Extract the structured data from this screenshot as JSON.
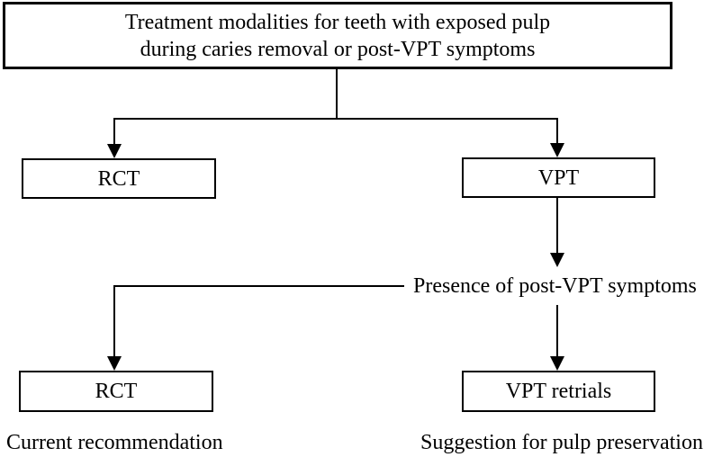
{
  "nodes": {
    "root": {
      "line1": "Treatment modalities for teeth with exposed pulp",
      "line2": "during caries removal or post-VPT symptoms"
    },
    "rct_top": {
      "label": "RCT"
    },
    "vpt_top": {
      "label": "VPT"
    },
    "decision": {
      "label": "Presence of post-VPT symptoms"
    },
    "rct_bottom": {
      "label": "RCT"
    },
    "vpt_retrials": {
      "label": "VPT retrials"
    }
  },
  "captions": {
    "left": "Current recommendation",
    "right": "Suggestion for pulp preservation"
  },
  "edges": [
    {
      "from": "root",
      "to": "rct_top"
    },
    {
      "from": "root",
      "to": "vpt_top"
    },
    {
      "from": "vpt_top",
      "to": "decision"
    },
    {
      "from": "decision",
      "to": "rct_bottom"
    },
    {
      "from": "decision",
      "to": "vpt_retrials"
    }
  ],
  "colors": {
    "line": "#000000",
    "text": "#000000",
    "background": "#ffffff"
  }
}
